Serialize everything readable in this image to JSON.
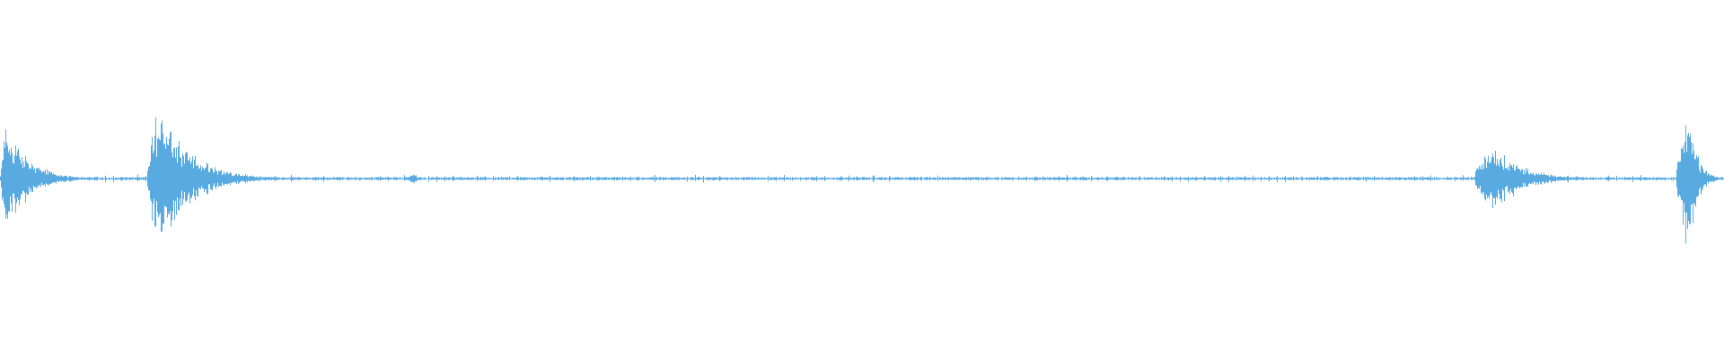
{
  "waveform": {
    "color": "#5aaae2",
    "background": "#ffffff",
    "duration_fraction_events": [
      {
        "start": 0.0,
        "peak": 0.004,
        "end": 0.06,
        "peak_amplitude": 0.5
      },
      {
        "start": 0.085,
        "peak": 0.093,
        "end": 0.17,
        "peak_amplitude": 0.68
      },
      {
        "start": 0.236,
        "peak": 0.24,
        "end": 0.248,
        "peak_amplitude": 0.06
      },
      {
        "start": 0.855,
        "peak": 0.865,
        "end": 0.935,
        "peak_amplitude": 0.34
      },
      {
        "start": 0.972,
        "peak": 0.979,
        "end": 1.0,
        "peak_amplitude": 0.68
      }
    ],
    "noise_floor_amplitude": 0.015
  }
}
